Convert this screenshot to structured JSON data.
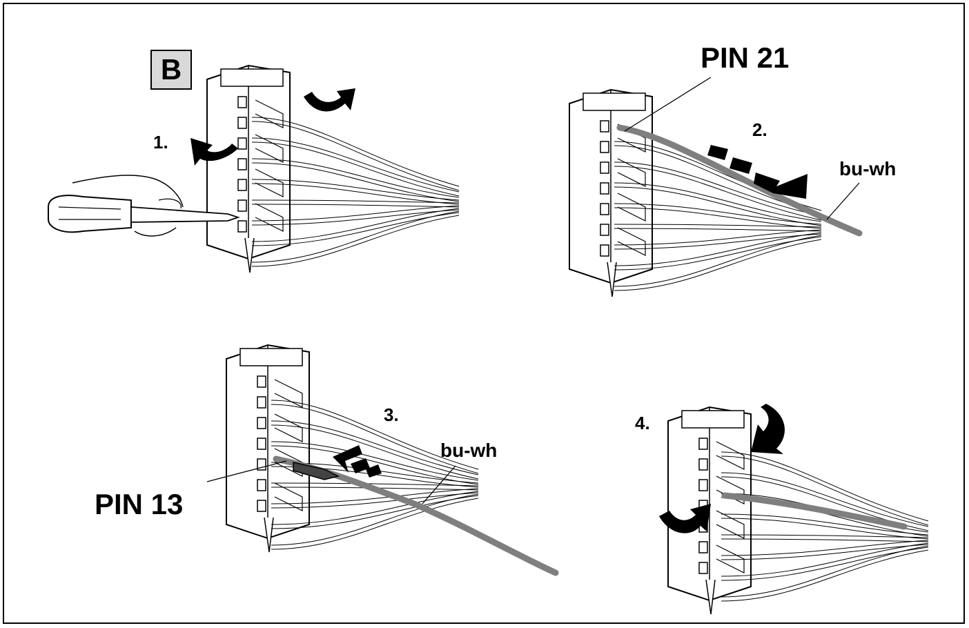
{
  "section_label": "B",
  "steps": {
    "s1": "1.",
    "s2": "2.",
    "s3": "3.",
    "s4": "4."
  },
  "pins": {
    "pin21": "PIN 21",
    "pin13": "PIN 13"
  },
  "wires": {
    "wire_step2": "bu-wh",
    "wire_step3": "bu-wh"
  },
  "colors": {
    "highlight_wire": "#7f7f7f",
    "section_box": "#d9d9d9"
  }
}
